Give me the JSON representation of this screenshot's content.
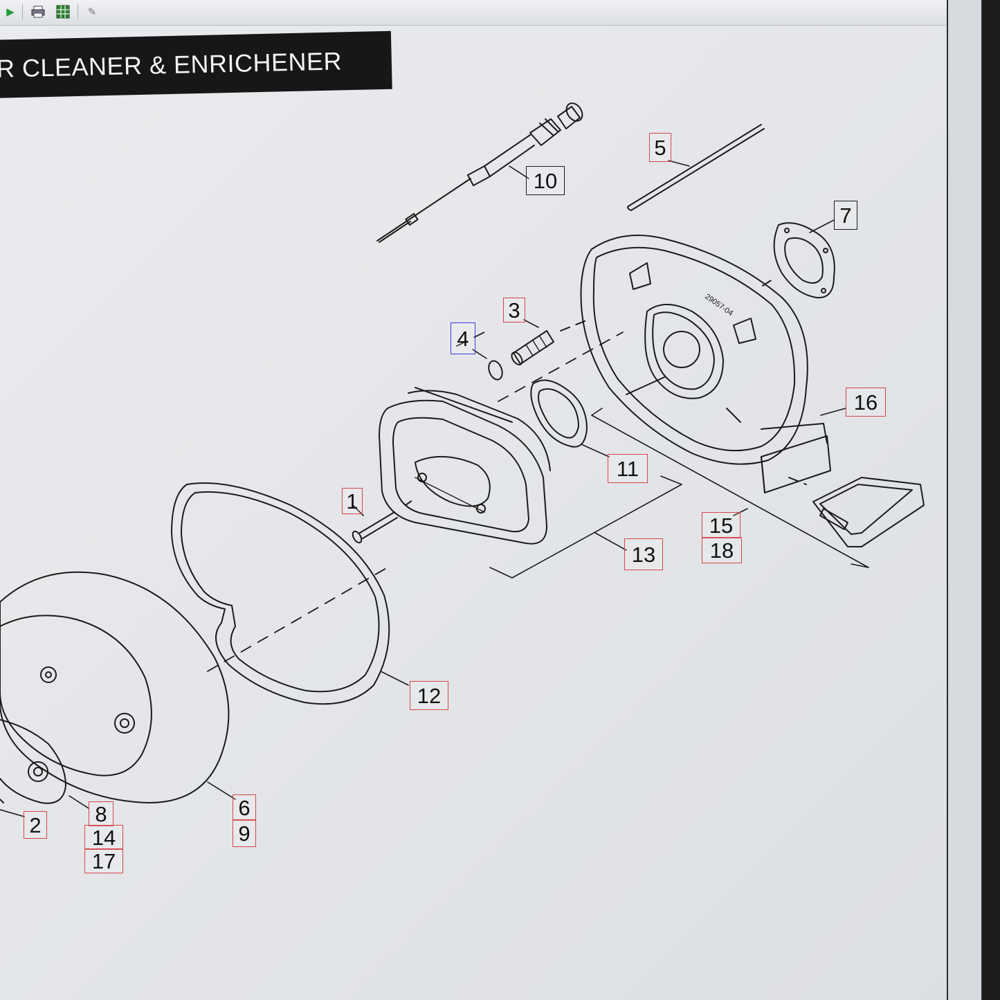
{
  "document": {
    "title": "R CLEANER & ENRICHENER",
    "stamp_text": "29057-04"
  },
  "toolbar": {
    "buttons": [
      "play-icon",
      "print-icon",
      "grid-icon",
      "pen-icon"
    ]
  },
  "callouts": {
    "c1": "1",
    "c2": "2",
    "c3": "3",
    "c4": "4",
    "c5": "5",
    "c6": "6",
    "c7": "7",
    "c8": "8",
    "c9": "9",
    "c10": "10",
    "c11": "11",
    "c12": "12",
    "c13": "13",
    "c14": "14",
    "c15": "15",
    "c16": "16",
    "c17": "17",
    "c18": "18"
  },
  "selected_callout": "4",
  "colors": {
    "callout_border": "#d64545",
    "selected_border": "#3a3adb",
    "banner": "#171717",
    "line_art": "#1a1a1a"
  }
}
